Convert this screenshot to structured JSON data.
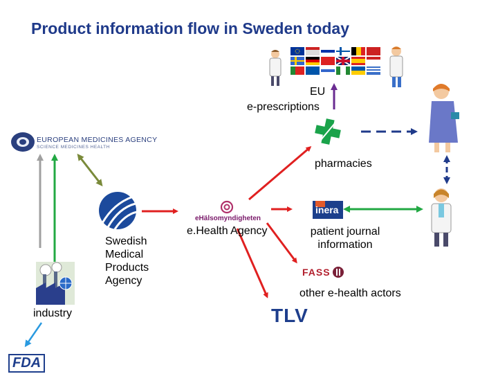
{
  "title": "Product information flow in Sweden today",
  "labels": {
    "eu": "EU",
    "eprescriptions": "e-prescriptions",
    "pharmacies": "pharmacies",
    "swedish_agency": [
      "Swedish",
      "Medical",
      "Products",
      "Agency"
    ],
    "ehealth_agency": "e.Health Agency",
    "patient_journal": [
      "patient journal",
      "information"
    ],
    "other_actors": "other e-health actors",
    "industry": "industry"
  },
  "logos": {
    "ema_main": "EUROPEAN MEDICINES AGENCY",
    "ema_sub": "SCIENCE  MEDICINES  HEALTH",
    "ehalso": "eHälsomyndigheten",
    "inera": "inera",
    "fass": "FASS",
    "tlv": "TLV",
    "fda": "FDA"
  },
  "colors": {
    "title": "#1f3a8a",
    "red_arrow": "#e02020",
    "green_arrow": "#22a843",
    "olive_arrow": "#7a8a3a",
    "gray_arrow": "#a0a0a0",
    "purple_arrow": "#6a2c91",
    "navy_dashed": "#1f3a8a",
    "blue_arrow": "#2a9ae0",
    "pharmacy_cross": "#1aa34a"
  }
}
